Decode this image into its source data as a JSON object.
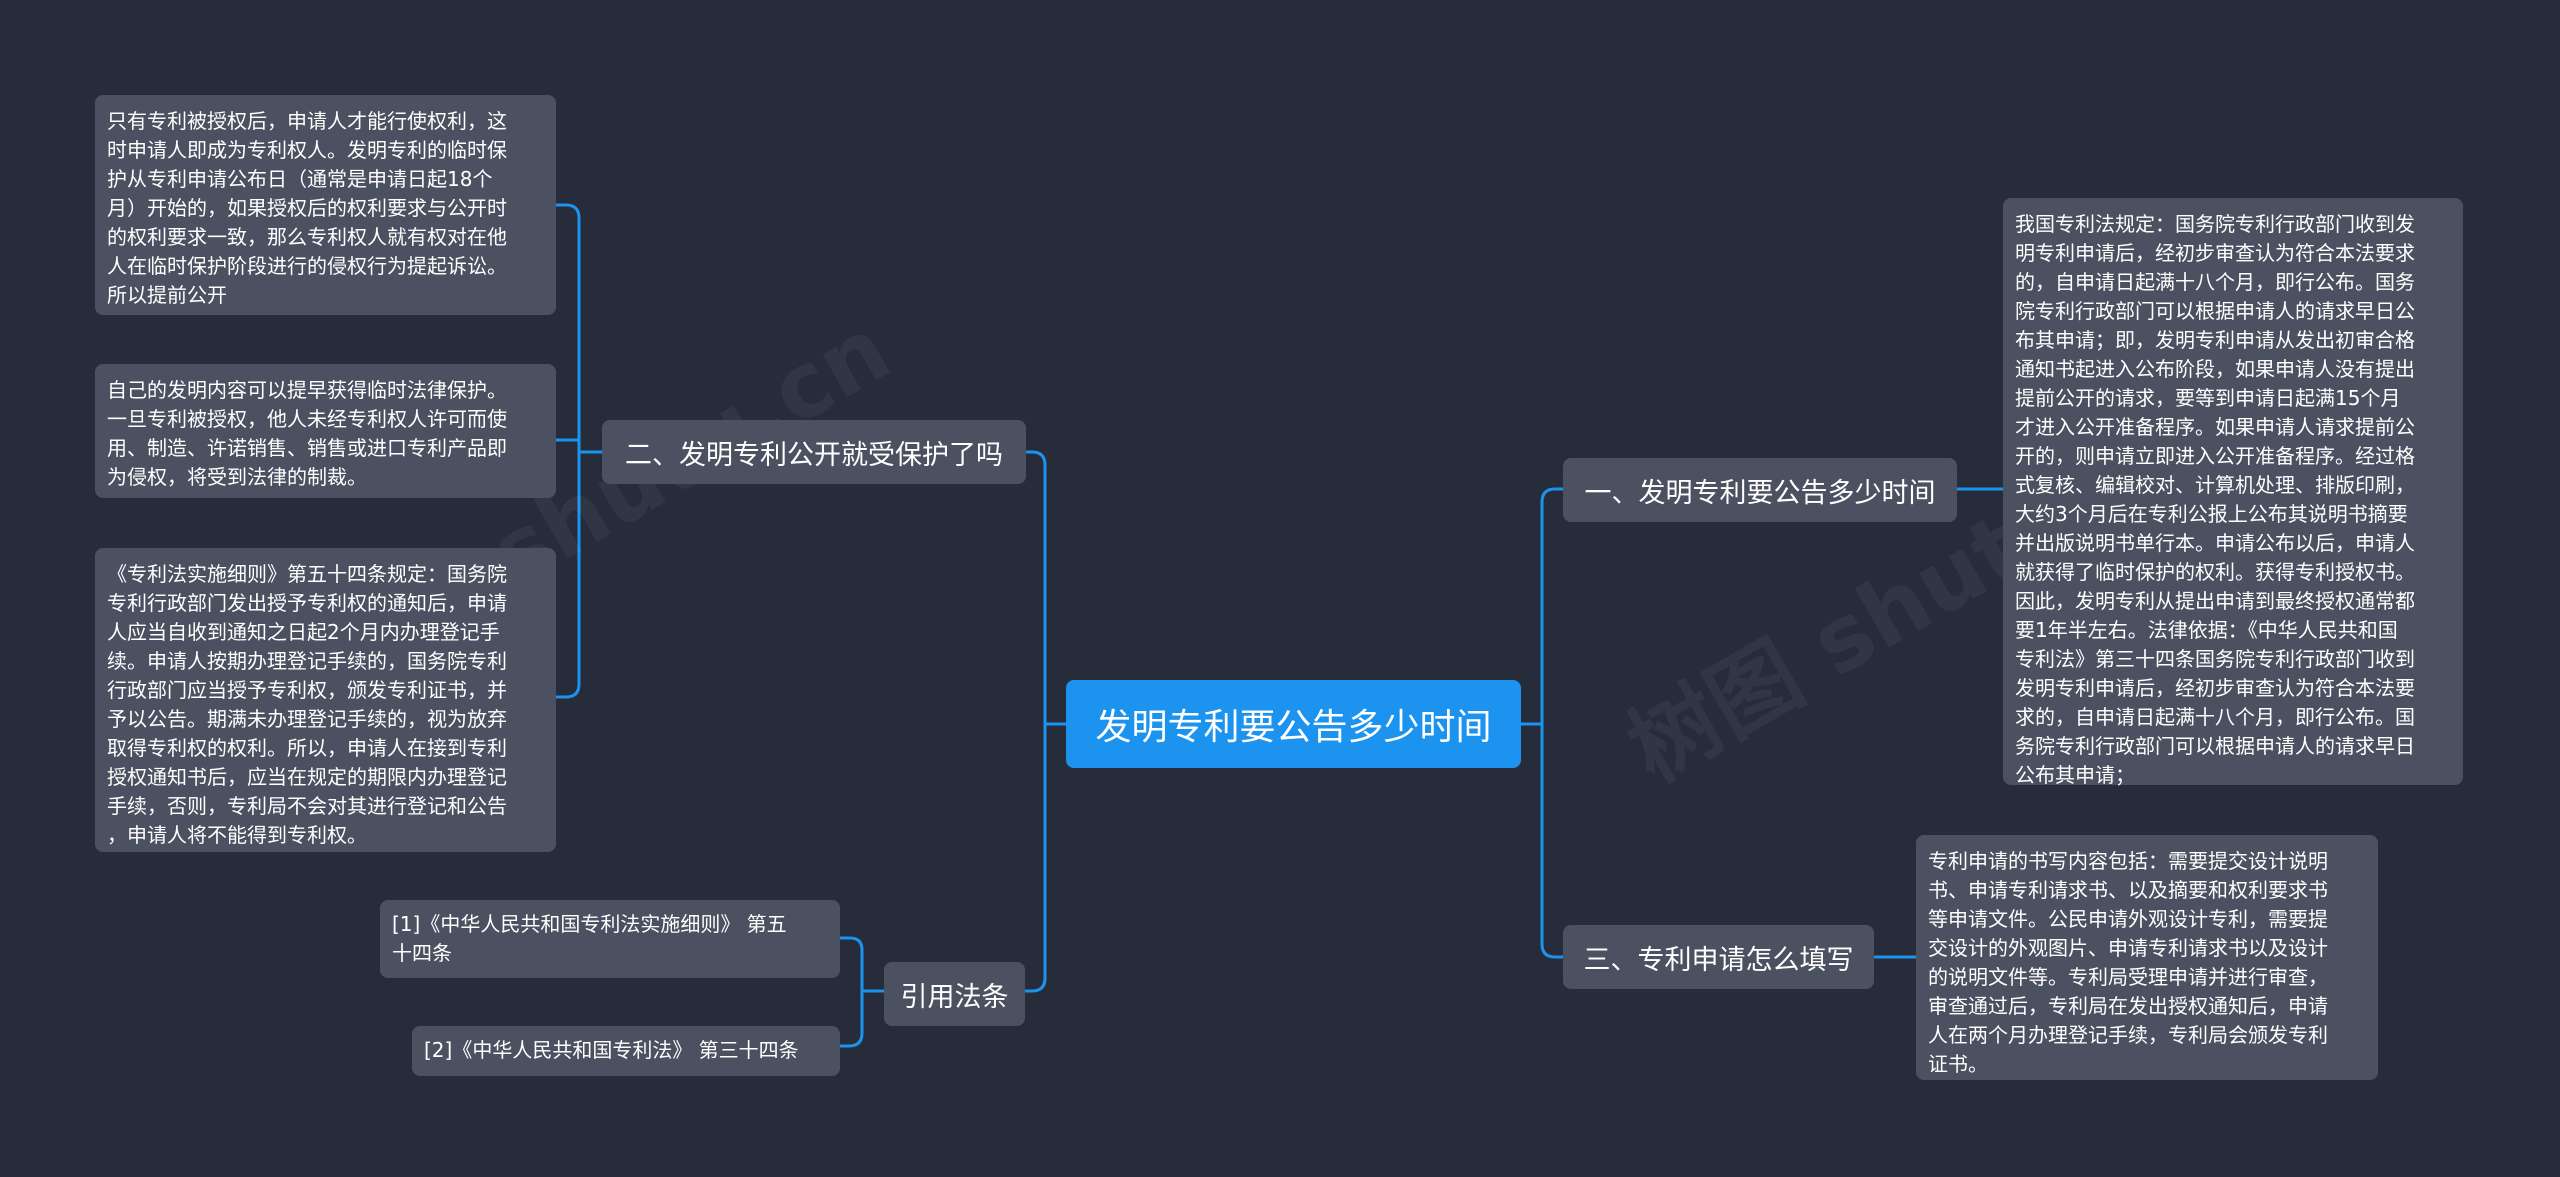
{
  "root": {
    "title": "发明专利要公告多少时间"
  },
  "left": {
    "branch_protect": {
      "title": "二、发明专利公开就受保护了吗",
      "leaves": [
        "只有专利被授权后，申请人才能行使权利，这\n时申请人即成为专利权人。发明专利的临时保\n护从专利申请公布日（通常是申请日起18个\n月）开始的，如果授权后的权利要求与公开时\n的权利要求一致，那么专利权人就有权对在他\n人在临时保护阶段进行的侵权行为提起诉讼。\n所以提前公开",
        "自己的发明内容可以提早获得临时法律保护。\n一旦专利被授权，他人未经专利权人许可而使\n用、制造、许诺销售、销售或进口专利产品即\n为侵权，将受到法律的制裁。",
        "《专利法实施细则》第五十四条规定：国务院\n专利行政部门发出授予专利权的通知后，申请\n人应当自收到通知之日起2个月内办理登记手\n续。申请人按期办理登记手续的，国务院专利\n行政部门应当授予专利权，颁发专利证书，并\n予以公告。期满未办理登记手续的，视为放弃\n取得专利权的权利。所以，申请人在接到专利\n授权通知书后，应当在规定的期限内办理登记\n手续，否则，专利局不会对其进行登记和公告\n，申请人将不能得到专利权。"
      ]
    },
    "branch_refs": {
      "title": "引用法条",
      "refs": [
        "[1]《中华人民共和国专利法实施细则》 第五\n十四条",
        "[2]《中华人民共和国专利法》 第三十四条"
      ]
    }
  },
  "right": {
    "branch_time": {
      "title": "一、发明专利要公告多少时间",
      "leaf": "我国专利法规定：国务院专利行政部门收到发\n明专利申请后，经初步审查认为符合本法要求\n的，自申请日起满十八个月，即行公布。国务\n院专利行政部门可以根据申请人的请求早日公\n布其申请；即，发明专利申请从发出初审合格\n通知书起进入公布阶段，如果申请人没有提出\n提前公开的请求，要等到申请日起满15个月\n才进入公开准备程序。如果申请人请求提前公\n开的，则申请立即进入公开准备程序。经过格\n式复核、编辑校对、计算机处理、排版印刷，\n大约3个月后在专利公报上公布其说明书摘要\n并出版说明书单行本。申请公布以后，申请人\n就获得了临时保护的权利。获得专利授权书。\n因此，发明专利从提出申请到最终授权通常都\n要1年半左右。法律依据：《中华人民共和国\n专利法》第三十四条国务院专利行政部门收到\n发明专利申请后，经初步审查认为符合本法要\n求的，自申请日起满十八个月，即行公布。国\n务院专利行政部门可以根据申请人的请求早日\n公布其申请；"
    },
    "branch_fill": {
      "title": "三、专利申请怎么填写",
      "leaf": "专利申请的书写内容包括：需要提交设计说明\n书、申请专利请求书、以及摘要和权利要求书\n等申请文件。公民申请外观设计专利，需要提\n交设计的外观图片、申请专利请求书以及设计\n的说明文件等。专利局受理申请并进行审查，\n审查通过后，专利局在发出授权通知后，申请\n人在两个月办理登记手续，专利局会颁发专利\n证书。"
    }
  },
  "colors": {
    "background": "#262c3a",
    "root": "#1c93ee",
    "node": "#4b5160",
    "link": "#1c93ee"
  }
}
